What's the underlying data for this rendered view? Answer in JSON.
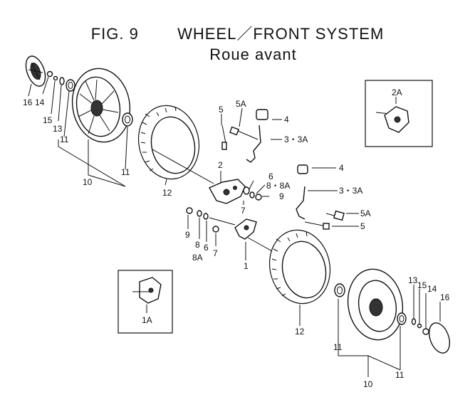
{
  "title": {
    "figure": "FIG. 9",
    "name": "WHEEL／FRONT SYSTEM",
    "subtitle": "Roue avant"
  },
  "callouts": {
    "c16a": "16",
    "c14a": "14",
    "c15a": "15",
    "c13a": "13",
    "c11a": "11",
    "c10a": "10",
    "c11b": "11",
    "c12a": "12",
    "c2": "2",
    "c5a": "5",
    "c5Aa": "5A",
    "c4a": "4",
    "c33a": "3・3A",
    "c6a": "6",
    "c88a": "8・8A",
    "c9a": "9",
    "c7a": "7",
    "c4b": "4",
    "c33b": "3・3A",
    "c5Ab": "5A",
    "c5b": "5",
    "c9b": "9",
    "c8b": "8",
    "c8Ab": "8A",
    "c6b": "6",
    "c7b": "7",
    "c1": "1",
    "c2A": "2A",
    "c1A": "1A",
    "c12b": "12",
    "c11c": "11",
    "c13b": "13",
    "c15b": "15",
    "c14b": "14",
    "c16b": "16",
    "c10b": "10",
    "c11d": "11"
  }
}
